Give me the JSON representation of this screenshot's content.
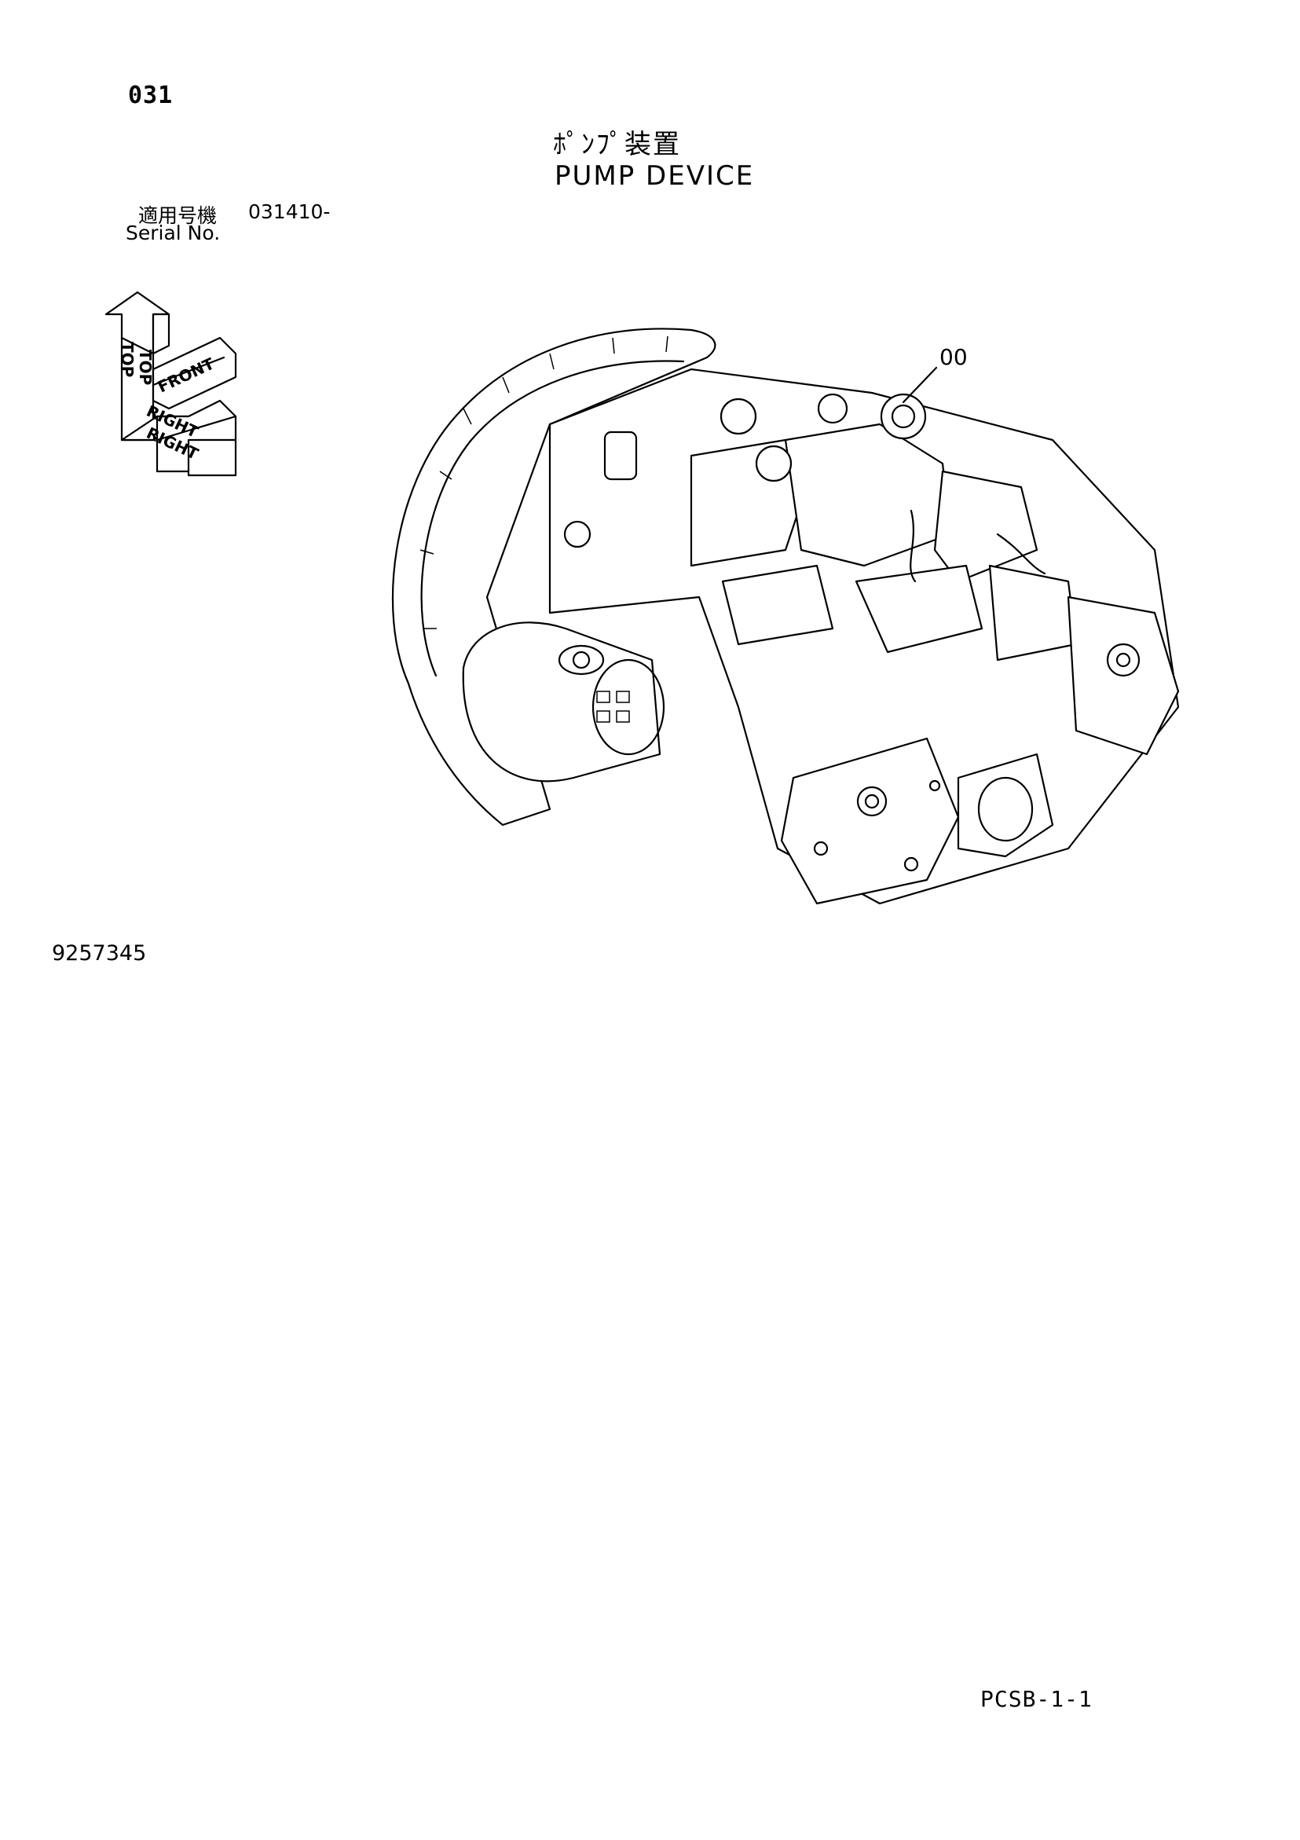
{
  "page_number": "031",
  "title_jp": "ﾎﾟﾝﾌﾟ装置",
  "title_en": "PUMP DEVICE",
  "serial_label_jp": "適用号機",
  "serial_value": "031410-",
  "serial_label_en": "Serial No.",
  "orientation": {
    "top": "TOP",
    "front": "FRONT",
    "right": "RIGHT"
  },
  "callout_label": "00",
  "drawing_number": "9257345",
  "page_code": "PCSB-1-1"
}
